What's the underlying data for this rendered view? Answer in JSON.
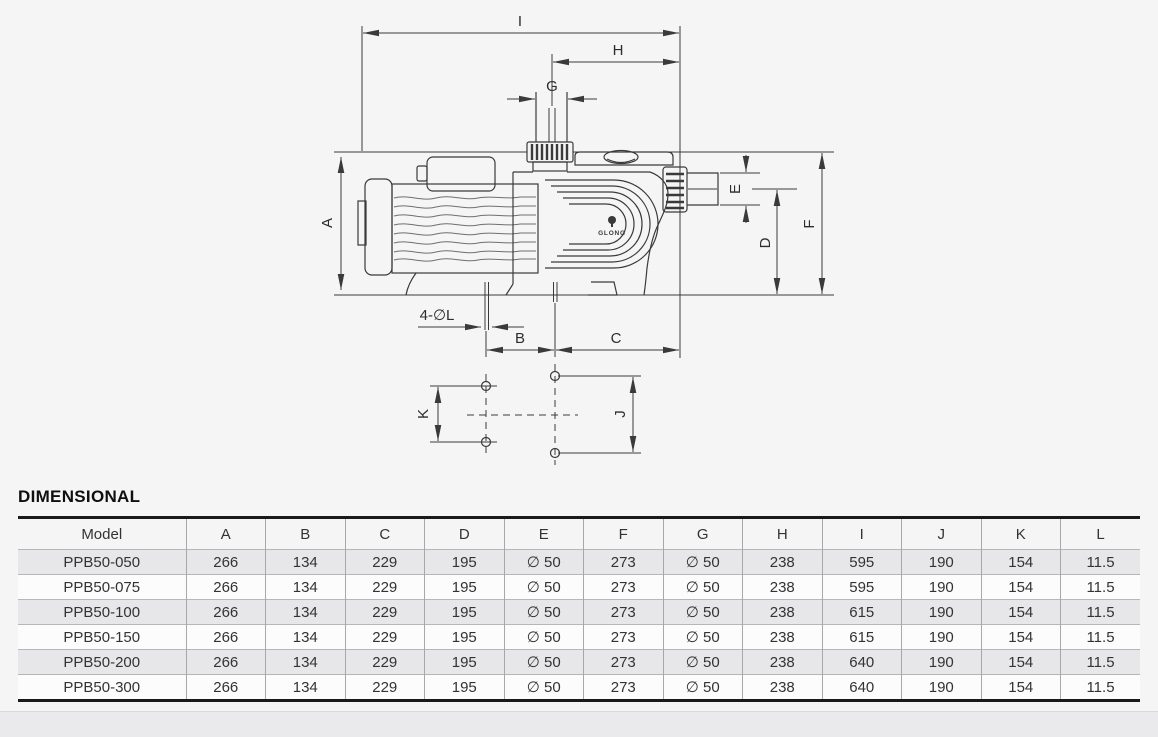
{
  "drawing": {
    "labels": {
      "i": "I",
      "h": "H",
      "g": "G",
      "a": "A",
      "e": "E",
      "d": "D",
      "f": "F",
      "b": "B",
      "c": "C",
      "k": "K",
      "j": "J",
      "holes": "4-∅L",
      "logo": "GLONG"
    }
  },
  "section": {
    "title": "DIMENSIONAL"
  },
  "table": {
    "columns": [
      "Model",
      "A",
      "B",
      "C",
      "D",
      "E",
      "F",
      "G",
      "H",
      "I",
      "J",
      "K",
      "L"
    ],
    "rows": [
      {
        "model": "PPB50-050",
        "a": "266",
        "b": "134",
        "c": "229",
        "d": "195",
        "e": "∅ 50",
        "f": "273",
        "g": "∅ 50",
        "h": "238",
        "i": "595",
        "j": "190",
        "k": "154",
        "l": "11.5"
      },
      {
        "model": "PPB50-075",
        "a": "266",
        "b": "134",
        "c": "229",
        "d": "195",
        "e": "∅ 50",
        "f": "273",
        "g": "∅ 50",
        "h": "238",
        "i": "595",
        "j": "190",
        "k": "154",
        "l": "11.5"
      },
      {
        "model": "PPB50-100",
        "a": "266",
        "b": "134",
        "c": "229",
        "d": "195",
        "e": "∅ 50",
        "f": "273",
        "g": "∅ 50",
        "h": "238",
        "i": "615",
        "j": "190",
        "k": "154",
        "l": "11.5"
      },
      {
        "model": "PPB50-150",
        "a": "266",
        "b": "134",
        "c": "229",
        "d": "195",
        "e": "∅ 50",
        "f": "273",
        "g": "∅ 50",
        "h": "238",
        "i": "615",
        "j": "190",
        "k": "154",
        "l": "11.5"
      },
      {
        "model": "PPB50-200",
        "a": "266",
        "b": "134",
        "c": "229",
        "d": "195",
        "e": "∅ 50",
        "f": "273",
        "g": "∅ 50",
        "h": "238",
        "i": "640",
        "j": "190",
        "k": "154",
        "l": "11.5"
      },
      {
        "model": "PPB50-300",
        "a": "266",
        "b": "134",
        "c": "229",
        "d": "195",
        "e": "∅ 50",
        "f": "273",
        "g": "∅ 50",
        "h": "238",
        "i": "640",
        "j": "190",
        "k": "154",
        "l": "11.5"
      }
    ]
  }
}
